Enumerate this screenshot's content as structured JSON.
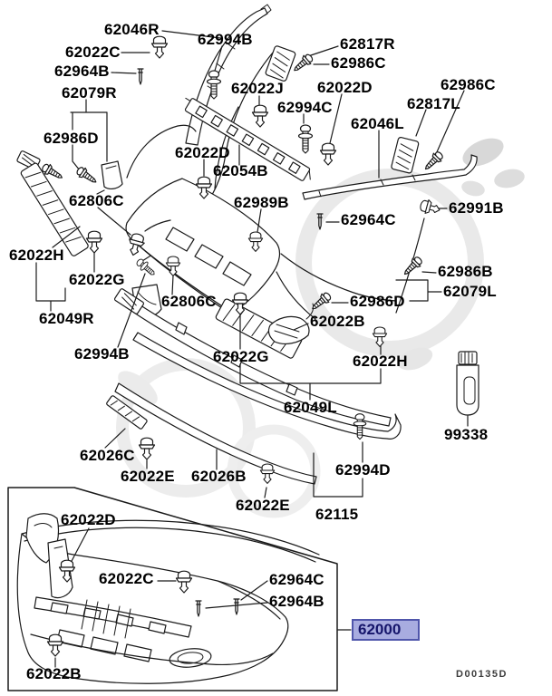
{
  "diagram": {
    "part_labels": [
      "62046R",
      "62994B",
      "62022C",
      "62964B",
      "62079R",
      "62817R",
      "62986C",
      "62022J",
      "62022D",
      "62994C",
      "62986C",
      "62817L",
      "62046L",
      "62986D",
      "62022D",
      "62054B",
      "62806C",
      "62989B",
      "62964C",
      "62991B",
      "62022H",
      "62022G",
      "62986B",
      "62079L",
      "62986D",
      "62806C",
      "62022B",
      "62049R",
      "62994B",
      "62022G",
      "62022H",
      "62049L",
      "99338",
      "62026C",
      "62022E",
      "62026B",
      "62994D",
      "62022E",
      "62115",
      "62022D",
      "62022C",
      "62964C",
      "62964B",
      "62022B"
    ],
    "highlighted_part": "62000",
    "drawing_code": "D00135D"
  },
  "icons": {
    "clip": "push-rivet-clip-icon",
    "screw": "tapping-screw-icon",
    "pin": "stud-pin-icon",
    "bolt": "washer-screw-icon",
    "bottle": "touch-up-paint-bottle-icon"
  },
  "colors": {
    "line": "#1a1a1a",
    "label_text": "#000000",
    "highlight_bg": "#a8ace0",
    "highlight_border": "#5056ab",
    "highlight_text": "#15156a",
    "code_text": "#3c3c3c"
  }
}
